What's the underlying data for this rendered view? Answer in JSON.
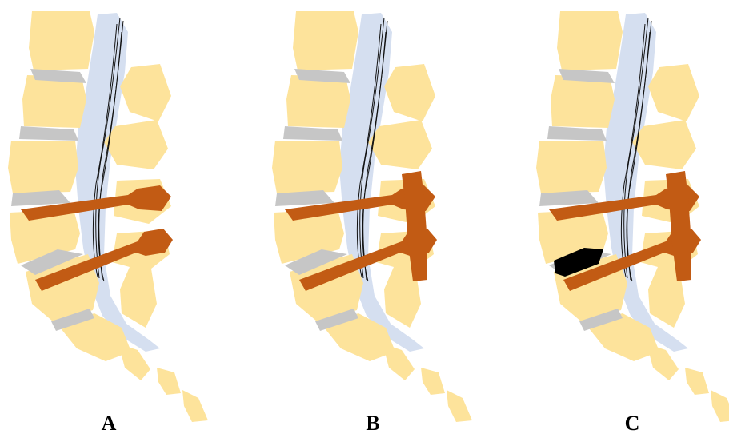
{
  "colors": {
    "vertebra": "#fde39b",
    "disc": "#c6c6c6",
    "canal": "#d5dff0",
    "nerve": "#111111",
    "implant": "#c25b14",
    "cage": "#000000"
  },
  "panels": [
    {
      "label": "A",
      "has_rod": false,
      "has_cage": false
    },
    {
      "label": "B",
      "has_rod": true,
      "has_cage": false
    },
    {
      "label": "C",
      "has_rod": true,
      "has_cage": true
    }
  ]
}
